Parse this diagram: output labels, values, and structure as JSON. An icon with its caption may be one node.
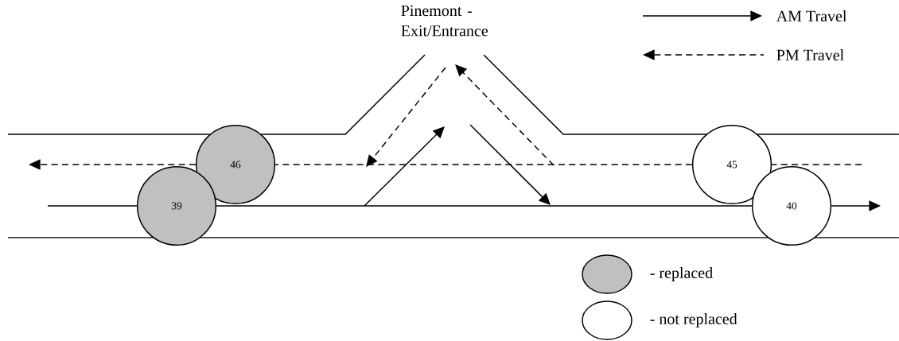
{
  "diagram": {
    "nodes": [
      {
        "text": [
          "46"
        ]
      },
      {
        "text": [
          "45"
        ]
      },
      {
        "text": [
          "39"
        ]
      },
      {
        "text": [
          "40"
        ]
      }
    ],
    "edges": [
      {
        "from": null,
        "to": 2,
        "arrow": "none"
      },
      {
        "from": 2,
        "to": 3,
        "arrow": "none"
      },
      {
        "from": 3,
        "to": null,
        "arrow": "to"
      },
      {
        "from": null,
        "to": 1,
        "arrow": "none",
        "style": "dashed"
      },
      {
        "from": 1,
        "to": 0,
        "arrow": "none",
        "style": "dashed"
      },
      {
        "from": 0,
        "to": null,
        "arrow": "to",
        "style": "dashed"
      }
    ],
    "labels": [
      "Pinemont - Exit/Entrance"
    ],
    "legend": [
      {
        "text": "AM Travel"
      },
      {
        "text": "PM Travel"
      },
      {
        "text": "- replaced",
        "color": "#c0c0c0"
      },
      {
        "text": "- not replaced"
      }
    ]
  }
}
